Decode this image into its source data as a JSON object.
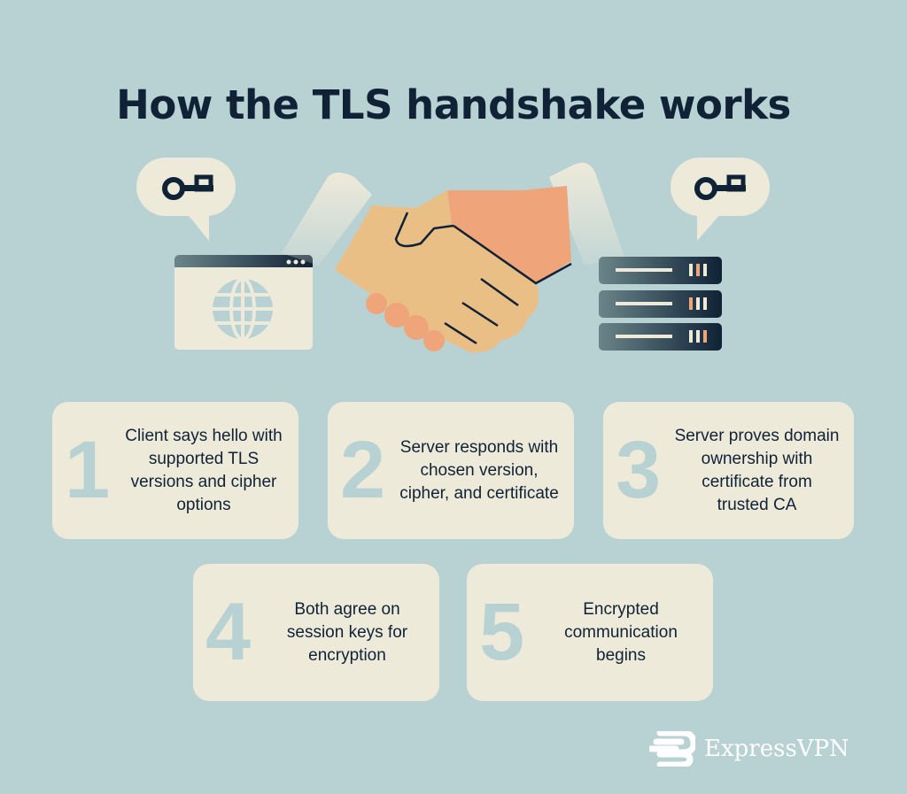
{
  "title": "How the TLS handshake works",
  "illustration": {
    "left": {
      "bubble_icon": "key-icon",
      "device": "browser-window",
      "device_icon": "globe-icon"
    },
    "center": {
      "image": "handshake"
    },
    "right": {
      "bubble_icon": "key-icon",
      "device": "server-rack"
    }
  },
  "steps": [
    {
      "number": "1",
      "text": "Client says hello with supported TLS versions and cipher options"
    },
    {
      "number": "2",
      "text": "Server responds with chosen version, cipher, and certificate"
    },
    {
      "number": "3",
      "text": "Server proves domain ownership with certificate from trusted CA"
    },
    {
      "number": "4",
      "text": "Both agree on session keys for encryption"
    },
    {
      "number": "5",
      "text": "Encrypted communication begins"
    }
  ],
  "brand": {
    "name": "ExpressVPN"
  },
  "colors": {
    "background": "#b8d1d3",
    "card": "#eeeada",
    "text": "#0f2236",
    "accent": "#f0a47a"
  }
}
